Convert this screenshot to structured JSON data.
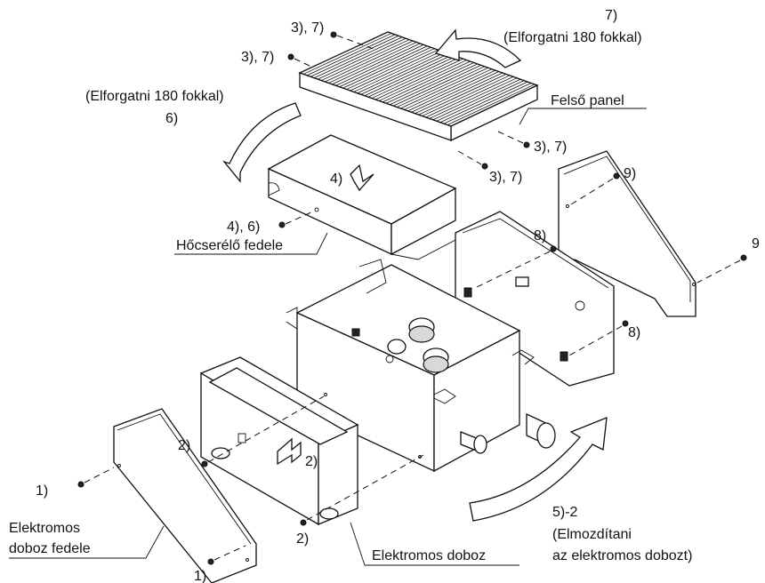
{
  "labels": {
    "top_left_screw_1": "3), 7)",
    "top_left_screw_2": "3), 7)",
    "rotate_top_step": "7)",
    "rotate_top_text": "(Elforgatni 180 fokkal)",
    "rotate_left_text": "(Elforgatni 180 fokkal)",
    "rotate_left_step": "6)",
    "top_panel": "Felső panel",
    "top_right_screw_1": "3), 7)",
    "top_right_screw_2": "3), 7)",
    "cover_arrow_step": "4)",
    "cover_screw": "4), 6)",
    "heat_exchanger_cover": "Hőcserélő fedele",
    "side_panel_screw_top": "9)",
    "side_panel_screw_right": "9",
    "rear_screw_top": "8)",
    "rear_screw_bottom": "8)",
    "box_screw_upper": "2)",
    "box_arrow_step": "2)",
    "box_screw_lower": "2)",
    "lid_screw_left": "1)",
    "lid_screw_bottom": "1)",
    "electrical_box_cover_line1": "Elektromos",
    "electrical_box_cover_line2": "doboz fedele",
    "electrical_box": "Elektromos doboz",
    "move_step": "5)-2",
    "move_text_line1": "(Elmozdítani",
    "move_text_line2": "az elektromos dobozt)"
  }
}
